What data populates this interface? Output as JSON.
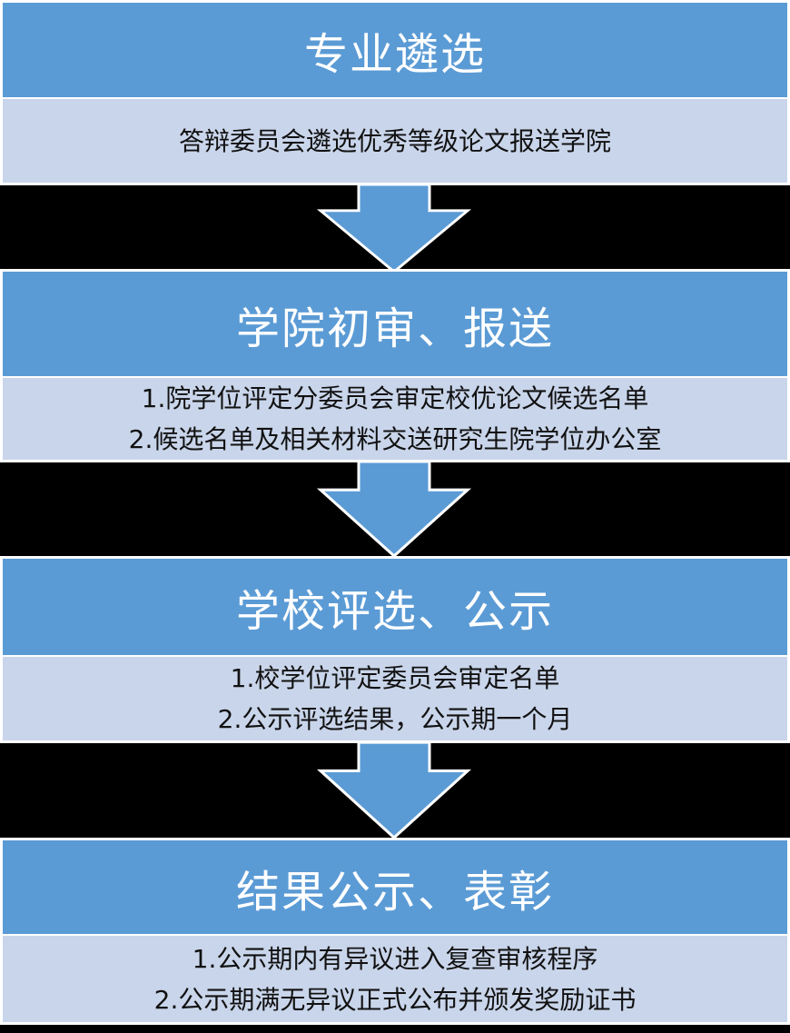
{
  "diagram": {
    "type": "vertical-flowchart",
    "stage_count": 4,
    "stages": [
      {
        "title": "专业遴选",
        "details": [
          "答辩委员会遴选优秀等级论文报送学院"
        ]
      },
      {
        "title": "学院初审、报送",
        "details": [
          "1.院学位评定分委员会审定校优论文候选名单",
          "2.候选名单及相关材料交送研究生院学位办公室"
        ]
      },
      {
        "title": "学校评选、公示",
        "details": [
          "1.校学位评定委员会审定名单",
          "2.公示评选结果，公示期一个月"
        ]
      },
      {
        "title": "结果公示、表彰",
        "details": [
          "1.公示期内有异议进入复查审核程序",
          "2.公示期满无异议正式公布并颁发奖励证书"
        ]
      }
    ],
    "connector": {
      "icon": "down-arrow-icon",
      "direction": "down",
      "count": 3
    },
    "colors": {
      "background": "#000000",
      "header_bg": "#5B9BD5",
      "body_bg": "#C9D5EA",
      "outline": "#FFFFFF",
      "header_text": "#FFFFFF",
      "body_text": "#111111",
      "arrow_fill": "#5B9BD5",
      "arrow_outline": "#FFFFFF"
    }
  }
}
